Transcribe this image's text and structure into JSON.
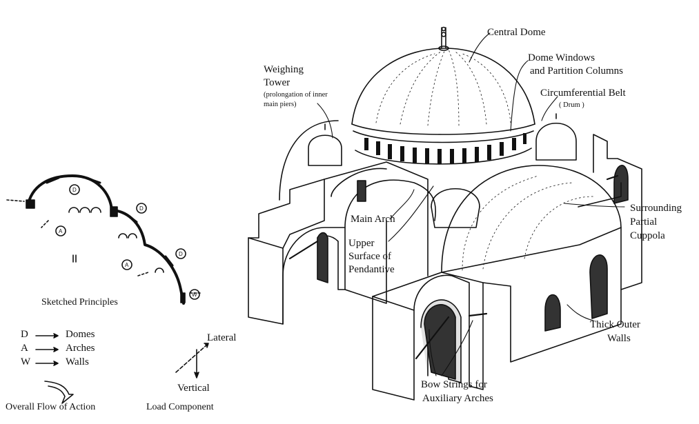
{
  "labels": {
    "central_dome": "Central Dome",
    "dome_windows_1": "Dome Windows",
    "dome_windows_2": "and Partition Columns",
    "weighing_tower_1": "Weighing",
    "weighing_tower_2": "Tower",
    "weighing_tower_note_1": "(prolongation of inner",
    "weighing_tower_note_2": "main piers)",
    "circumferential_belt": "Circumferential Belt",
    "drum": "( Drum )",
    "main_arch": "Main Arch",
    "upper_surface_1": "Upper",
    "upper_surface_2": "Surface of",
    "upper_surface_3": "Pendantive",
    "surrounding_1": "Surrounding",
    "surrounding_2": "Partial",
    "surrounding_3": "Cuppola",
    "thick_walls_1": "Thick Outer",
    "thick_walls_2": "Walls",
    "bow_strings_1": "Bow Strings for",
    "bow_strings_2": "Auxiliary Arches"
  },
  "sketch": {
    "caption": "Sketched Principles",
    "markers": [
      "D",
      "A",
      "W"
    ]
  },
  "legend": {
    "items": [
      {
        "code": "D",
        "meaning": "Domes"
      },
      {
        "code": "A",
        "meaning": "Arches"
      },
      {
        "code": "W",
        "meaning": "Walls"
      }
    ],
    "flow_caption": "Overall Flow of Action",
    "lateral": "Lateral",
    "vertical": "Vertical",
    "load_caption": "Load Component"
  }
}
